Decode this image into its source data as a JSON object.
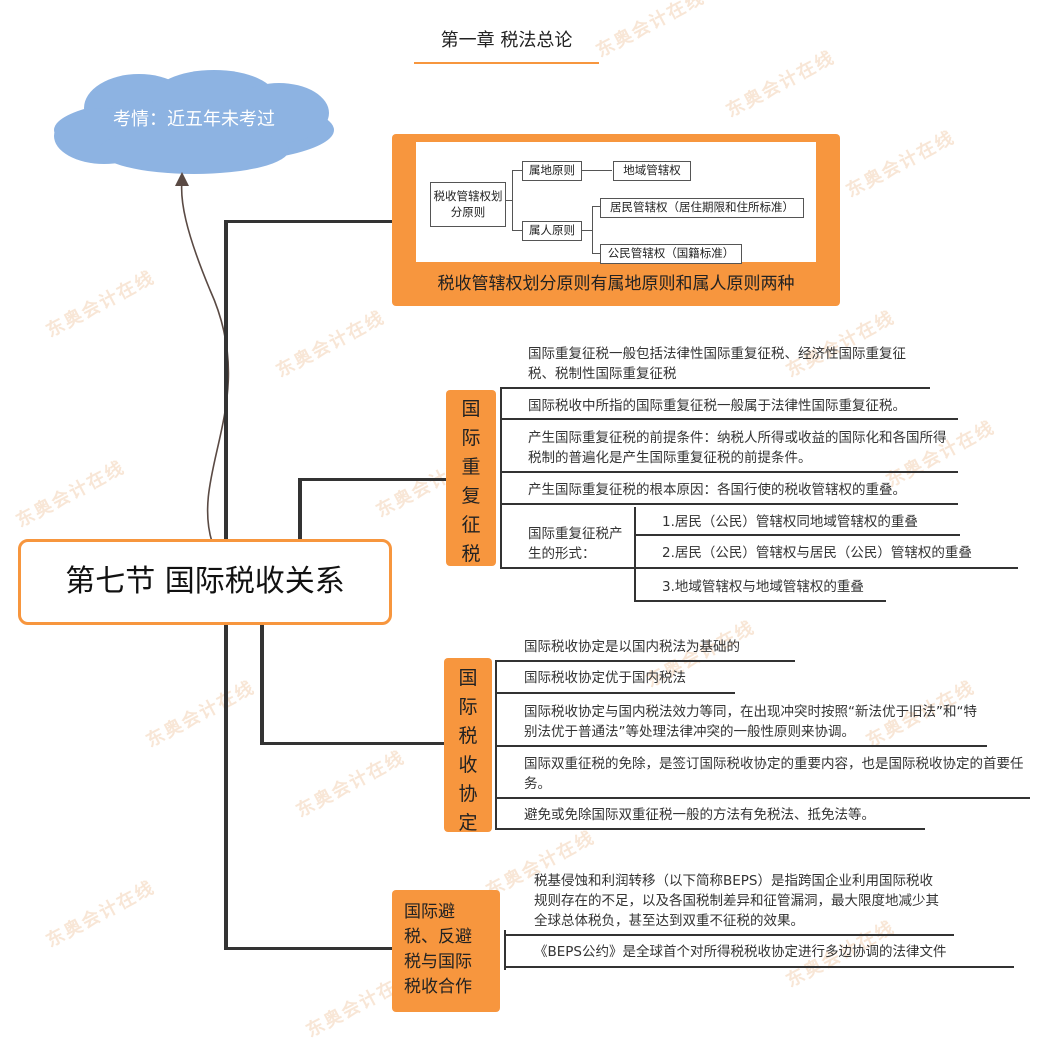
{
  "title": "第一章 税法总论",
  "cloud": "考情：近五年未考过",
  "center": "第七节 国际税收关系",
  "watermark": "东奥会计在线",
  "watermark_url": "www.dongao.com",
  "top_branch": {
    "label": "税收管辖权划分原则有属地原则和属人原则两种",
    "figure": {
      "root": "税收管辖权划分原则",
      "territorial": "属地原则",
      "territorial_child": "地域管辖权",
      "personal": "属人原则",
      "personal_child_1": "居民管辖权（居住期限和住所标准）",
      "personal_child_2": "公民管辖权（国籍标准）"
    }
  },
  "double_tax": {
    "label": "国际重复征税",
    "items": [
      "国际重复征税一般包括法律性国际重复征税、经济性国际重复征税、税制性国际重复征税",
      "国际税收中所指的国际重复征税一般属于法律性国际重复征税。",
      "产生国际重复征税的前提条件：纳税人所得或收益的国际化和各国所得税制的普遍化是产生国际重复征税的前提条件。",
      "产生国际重复征税的根本原因：各国行使的税收管辖权的重叠。"
    ],
    "forms_label": "国际重复征税产生的形式：",
    "forms": [
      "1.居民（公民）管辖权同地域管辖权的重叠",
      "2.居民（公民）管辖权与居民（公民）管辖权的重叠",
      "3.地域管辖权与地域管辖权的重叠"
    ]
  },
  "treaty": {
    "label": "国际税收协定",
    "items": [
      "国际税收协定是以国内税法为基础的",
      "国际税收协定优于国内税法",
      "国际税收协定与国内税法效力等同，在出现冲突时按照“新法优于旧法”和“特别法优于普通法”等处理法律冲突的一般性原则来协调。",
      "国际双重征税的免除，是签订国际税收协定的重要内容，也是国际税收协定的首要任务。",
      "避免或免除国际双重征税一般的方法有免税法、抵免法等。"
    ]
  },
  "beps": {
    "label": "国际避税、反避税与国际税收合作",
    "items": [
      "税基侵蚀和利润转移（以下简称BEPS）是指跨国企业利用国际税收规则存在的不足，以及各国税制差异和征管漏洞，最大限度地减少其全球总体税负，甚至达到双重不征税的效果。",
      "《BEPS公约》是全球首个对所得税税收协定进行多边协调的法律文件"
    ]
  },
  "colors": {
    "orange": "#f7963e",
    "cloud": "#8db3e2",
    "line": "#333333",
    "center_border": "#f7963e"
  }
}
